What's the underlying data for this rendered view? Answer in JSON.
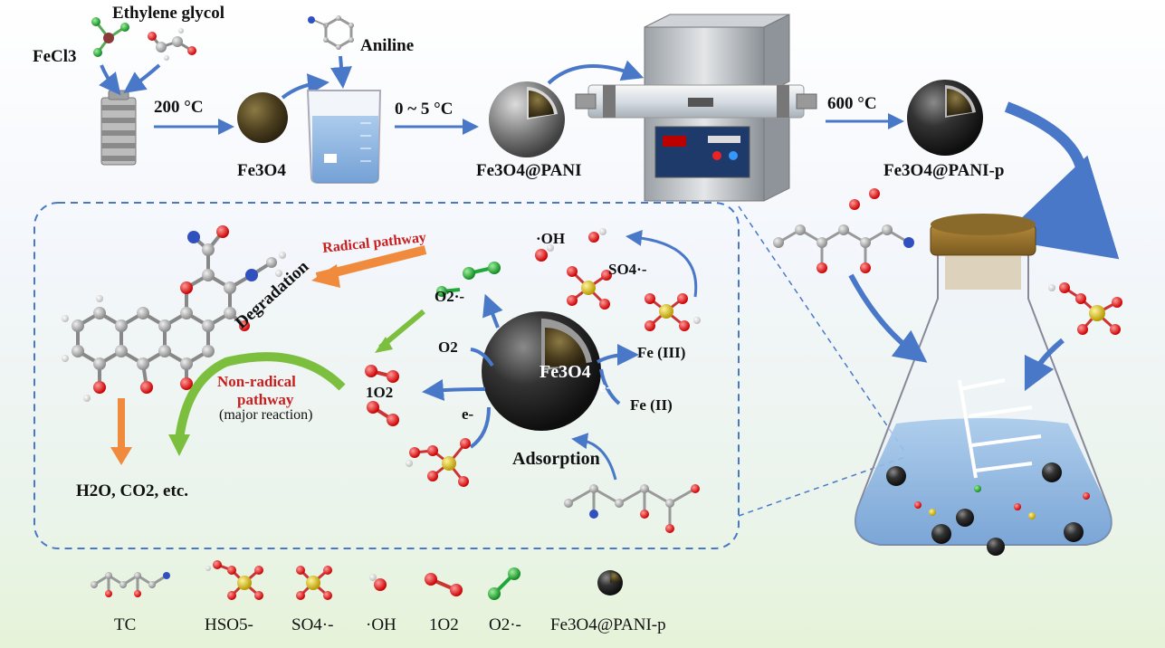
{
  "synthesis": {
    "fecl3": "FeCl3",
    "ethylene_glycol": "Ethylene glycol",
    "aniline": "Aniline",
    "temp1": "200 °C",
    "temp2": "0 ~ 5 °C",
    "temp3": "600 °C",
    "fe3o4": "Fe3O4",
    "fe3o4_pani": "Fe3O4@PANI",
    "fe3o4_pani_p": "Fe3O4@PANI-p"
  },
  "mechanism": {
    "radical_pathway": "Radical pathway",
    "degradation": "Degradation",
    "nonradical_line1": "Non-radical",
    "nonradical_line2": "pathway",
    "nonradical_line3": "(major reaction)",
    "products": "H2O, CO2, etc.",
    "oh_radical": "·OH",
    "so4_radical": "SO4·-",
    "o2_radical": "O2·-",
    "o2": "O2",
    "singlet_o2": "1O2",
    "core": "Fe3O4",
    "electron": "e-",
    "fe3": "Fe (III)",
    "fe2": "Fe (II)",
    "adsorption": "Adsorption"
  },
  "legend": [
    "TC",
    "HSO5-",
    "SO4·-",
    "·OH",
    "1O2",
    "O2·-",
    "Fe3O4@PANI-p"
  ],
  "colors": {
    "arrow_blue": "#4a78c8",
    "arrow_orange": "#f08a3c",
    "arrow_green": "#7cbf3f",
    "oxygen": "#e02020",
    "sulfur": "#d8c020",
    "superoxide": "#1fa83a",
    "sphere": "#2a2a2a",
    "core": "#4a3b1c"
  }
}
